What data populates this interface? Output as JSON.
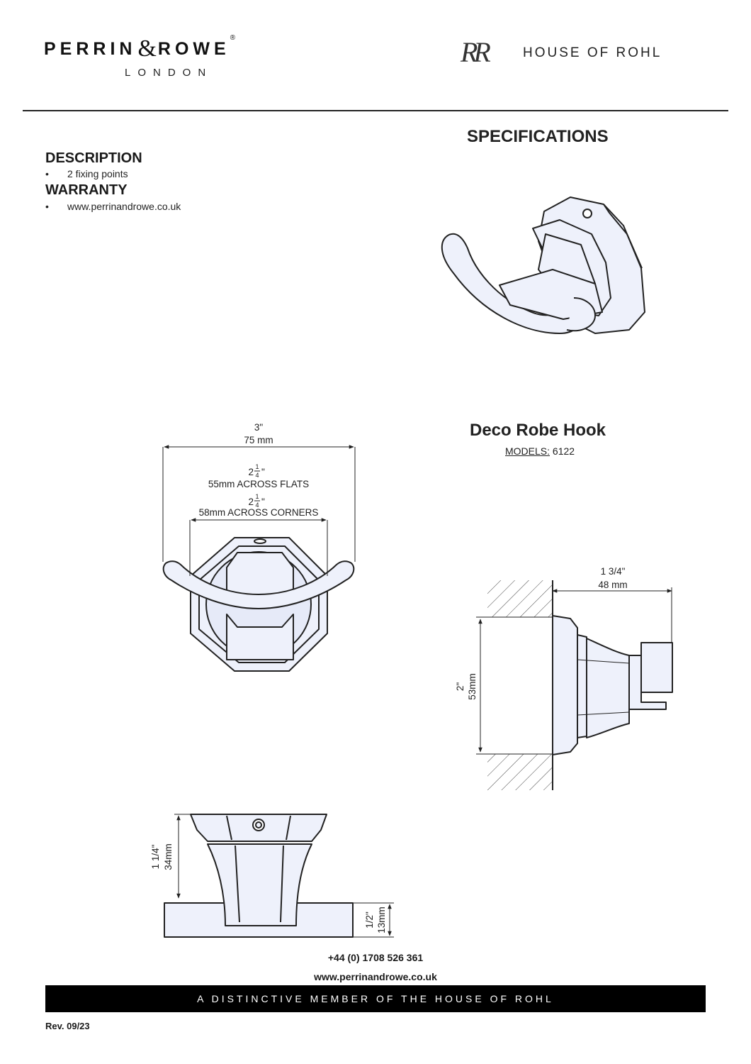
{
  "header": {
    "brand_name_1": "PERRIN",
    "brand_amp": "&",
    "brand_name_2": "ROWE",
    "brand_reg": "®",
    "brand_sub": "LONDON",
    "partner_monogram": "RR",
    "partner_name": "HOUSE OF ROHL"
  },
  "page": {
    "section_title": "SPECIFICATIONS",
    "description_heading": "DESCRIPTION",
    "description_items": [
      "2 fixing points"
    ],
    "warranty_heading": "WARRANTY",
    "warranty_items": [
      "www.perrinandrowe.co.uk"
    ],
    "bullet_glyph": "•"
  },
  "product": {
    "name": "Deco Robe Hook",
    "models_label": "MODELS:",
    "models_value": "6122"
  },
  "dimensions": {
    "front_width_in": "3\"",
    "front_width_mm": "75 mm",
    "flats_in_whole": "2",
    "flats_in_frac": "1/4",
    "flats_mm": "55mm ACROSS FLATS",
    "corners_in_whole": "2",
    "corners_in_frac": "1/4",
    "corners_mm": "58mm ACROSS CORNERS",
    "side_depth_in": "1 3/4\"",
    "side_depth_mm": "48 mm",
    "side_height_in": "2\"",
    "side_height_mm": "53mm",
    "top_height_in": "1 1/4\"",
    "top_height_mm": "34mm",
    "top_base_in": "1/2\"",
    "top_base_mm": "13mm"
  },
  "footer": {
    "phone": "+44 (0) 1708 526 361",
    "website": "www.perrinandrowe.co.uk",
    "tagline": "A DISTINCTIVE MEMBER OF THE HOUSE OF ROHL",
    "revision": "Rev. 09/23"
  },
  "colors": {
    "part_fill": "#eef1fb",
    "line": "#222222",
    "footer_bar": "#000000"
  }
}
